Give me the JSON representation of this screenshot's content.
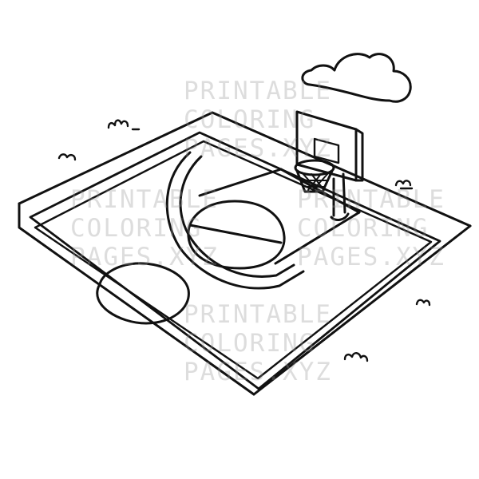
{
  "image": {
    "subject": "basketball court coloring page",
    "palette": {
      "ink": "#111111",
      "paper": "#ffffff",
      "watermark": "#9a9a9a"
    }
  },
  "watermark": {
    "line1": "PRINTABLE",
    "line2": "COLORING",
    "line3": "PAGES.XYZ"
  }
}
